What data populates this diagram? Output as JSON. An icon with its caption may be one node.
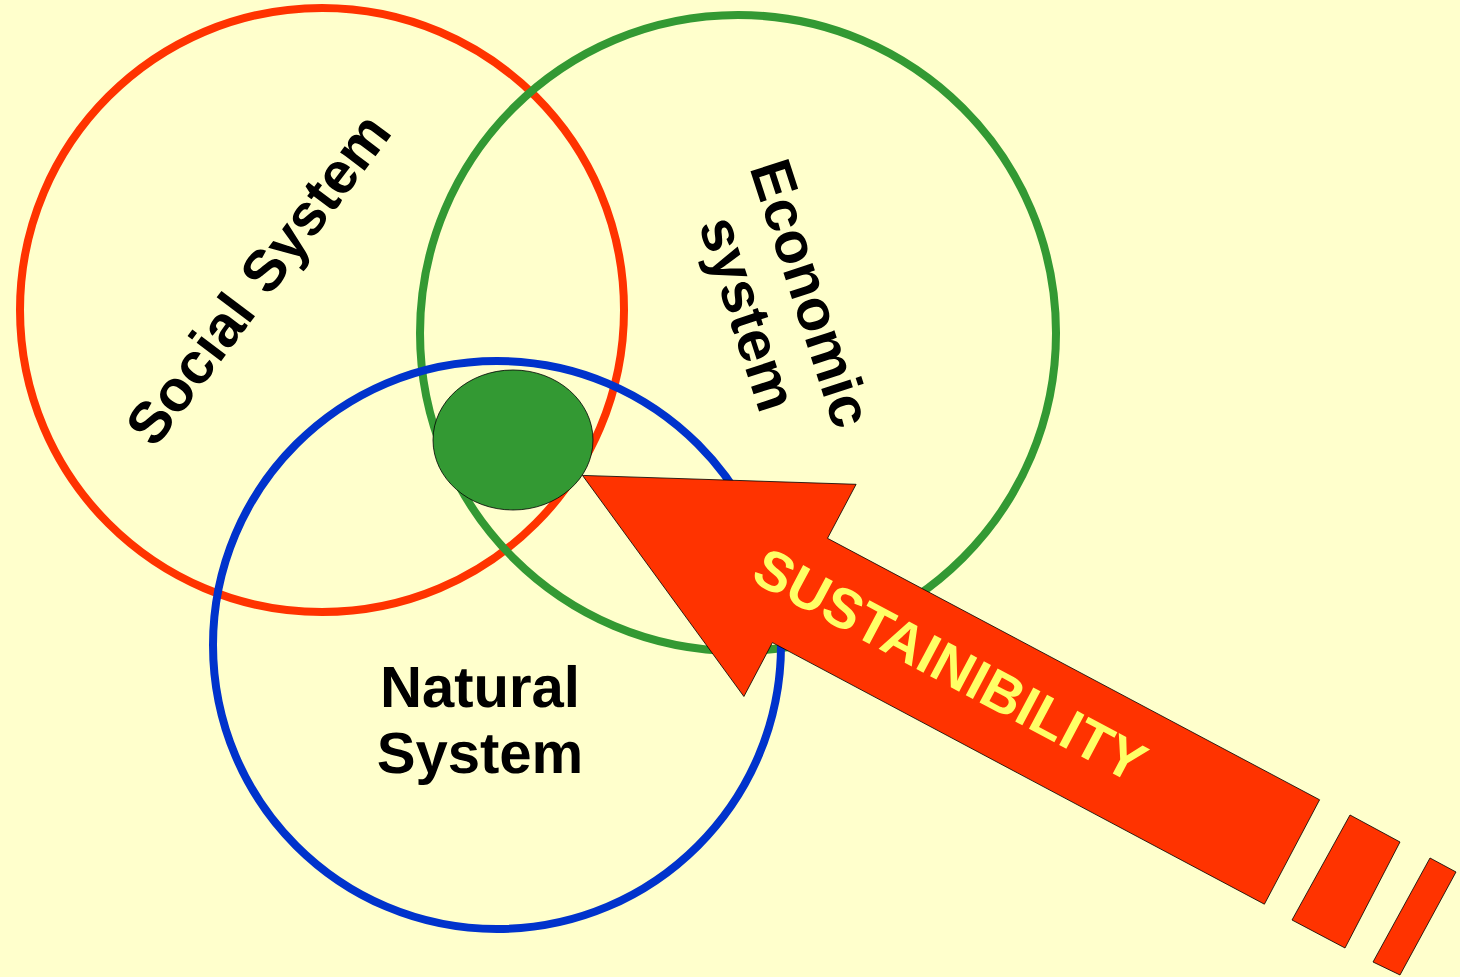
{
  "diagram": {
    "nodes": [
      {
        "text": [
          "Social System"
        ]
      },
      {
        "text": [
          "Economic system"
        ]
      },
      {
        "text": [
          "Natural System"
        ]
      },
      {
        "text": [],
        "shape": "circle"
      }
    ],
    "edges": [
      {
        "from": null,
        "to": 3,
        "arrow": "to",
        "label": "SUSTAINIBILITY"
      }
    ]
  }
}
